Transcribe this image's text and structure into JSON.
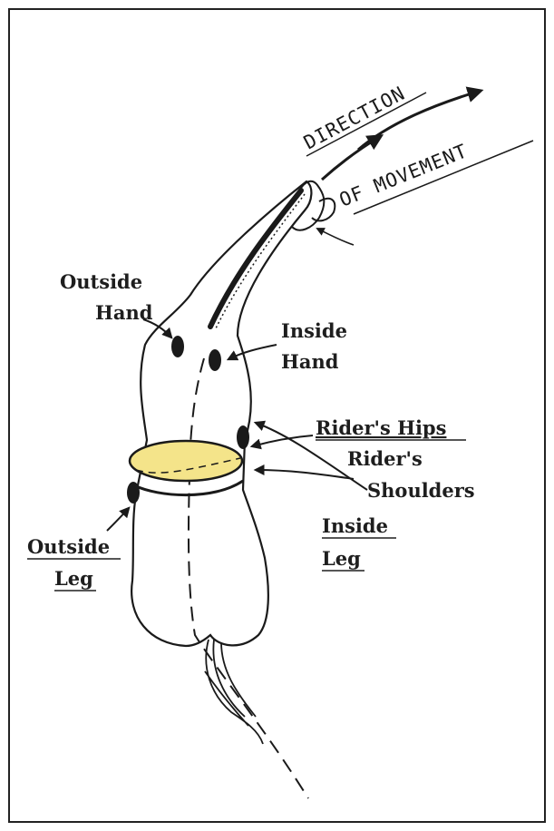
{
  "direction": {
    "line1": "DIRECTION",
    "line2": "OF MOVEMENT"
  },
  "labels": {
    "outside_hand_1": "Outside",
    "outside_hand_2": "Hand",
    "inside_hand_1": "Inside",
    "inside_hand_2": "Hand",
    "riders_hips": "Rider's Hips",
    "riders_shoulders_1": "Rider's",
    "riders_shoulders_2": "Shoulders",
    "inside_leg_1": "Inside",
    "inside_leg_2": "Leg",
    "outside_leg_1": "Outside",
    "outside_leg_2": "Leg"
  },
  "colors": {
    "saddle": "#f4e48a",
    "ink": "#1a1a1a"
  }
}
